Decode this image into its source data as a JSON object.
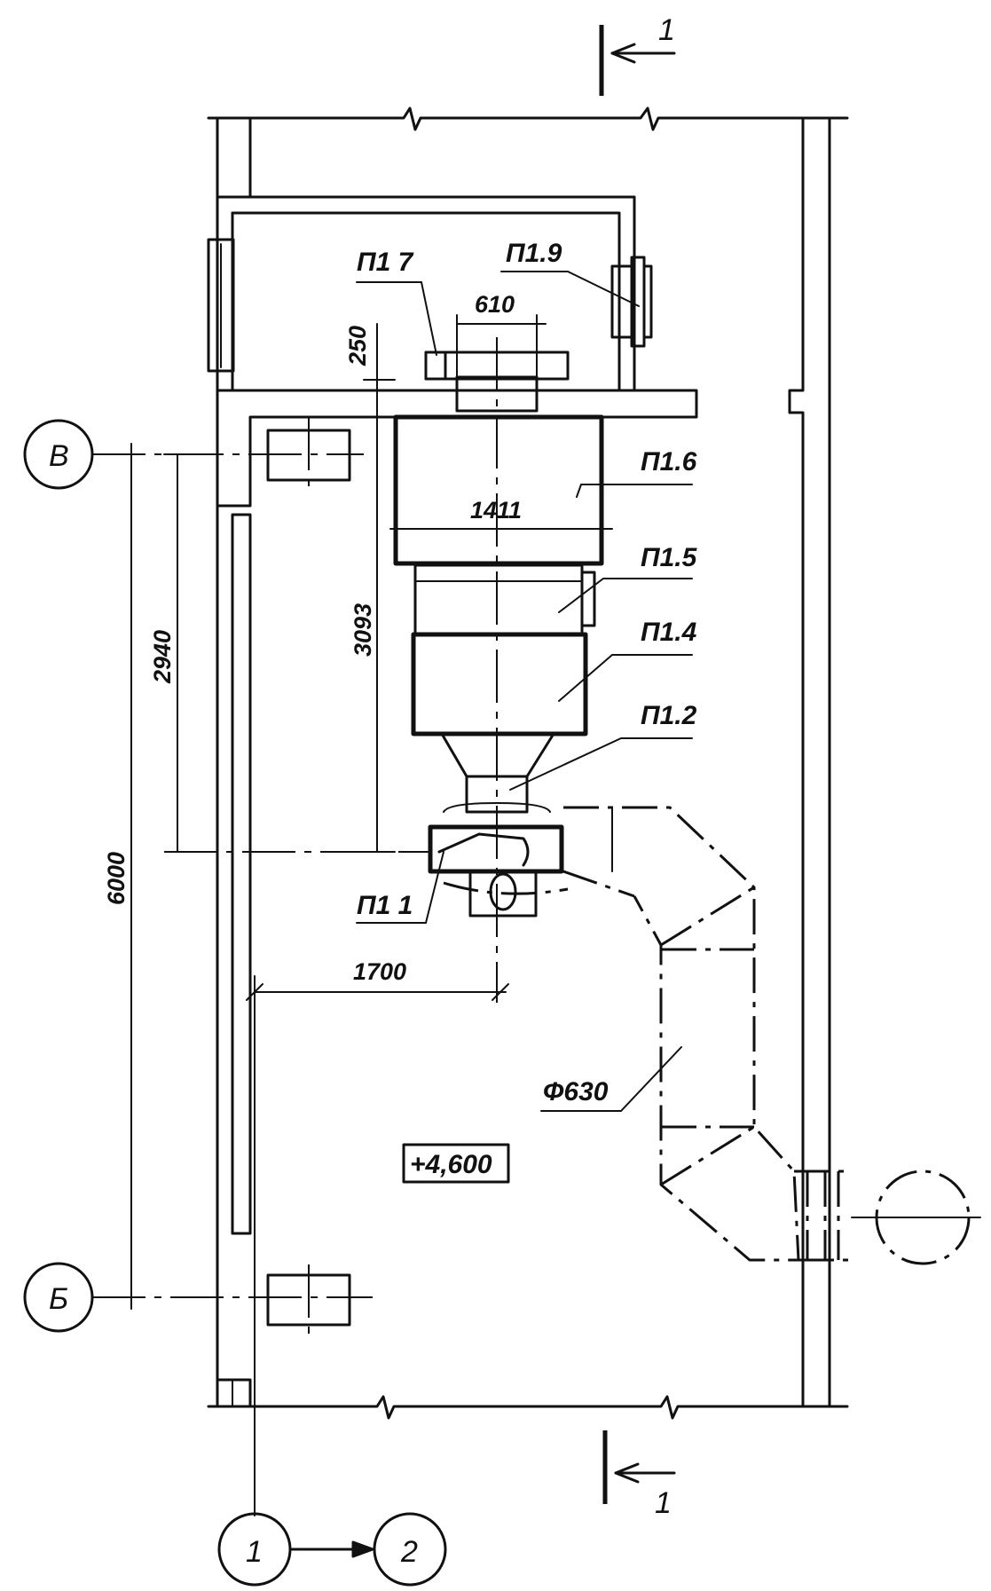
{
  "section_marks": {
    "top": "1",
    "bottom": "1"
  },
  "axes": {
    "v": "В",
    "b": "Б",
    "axis1": "1",
    "axis2": "2"
  },
  "labels": {
    "p1_7": "П1 7",
    "p1_9": "П1.9",
    "p1_6": "П1.6",
    "p1_5": "П1.5",
    "p1_4": "П1.4",
    "p1_2": "П1.2",
    "p1_1": "П1 1",
    "duct": "Ф630",
    "elevation": "+4,600"
  },
  "dimensions": {
    "d610": "610",
    "d250": "250",
    "d1411": "1411",
    "d3093": "3093",
    "d2940": "2940",
    "d6000": "6000",
    "d1700": "1700"
  }
}
